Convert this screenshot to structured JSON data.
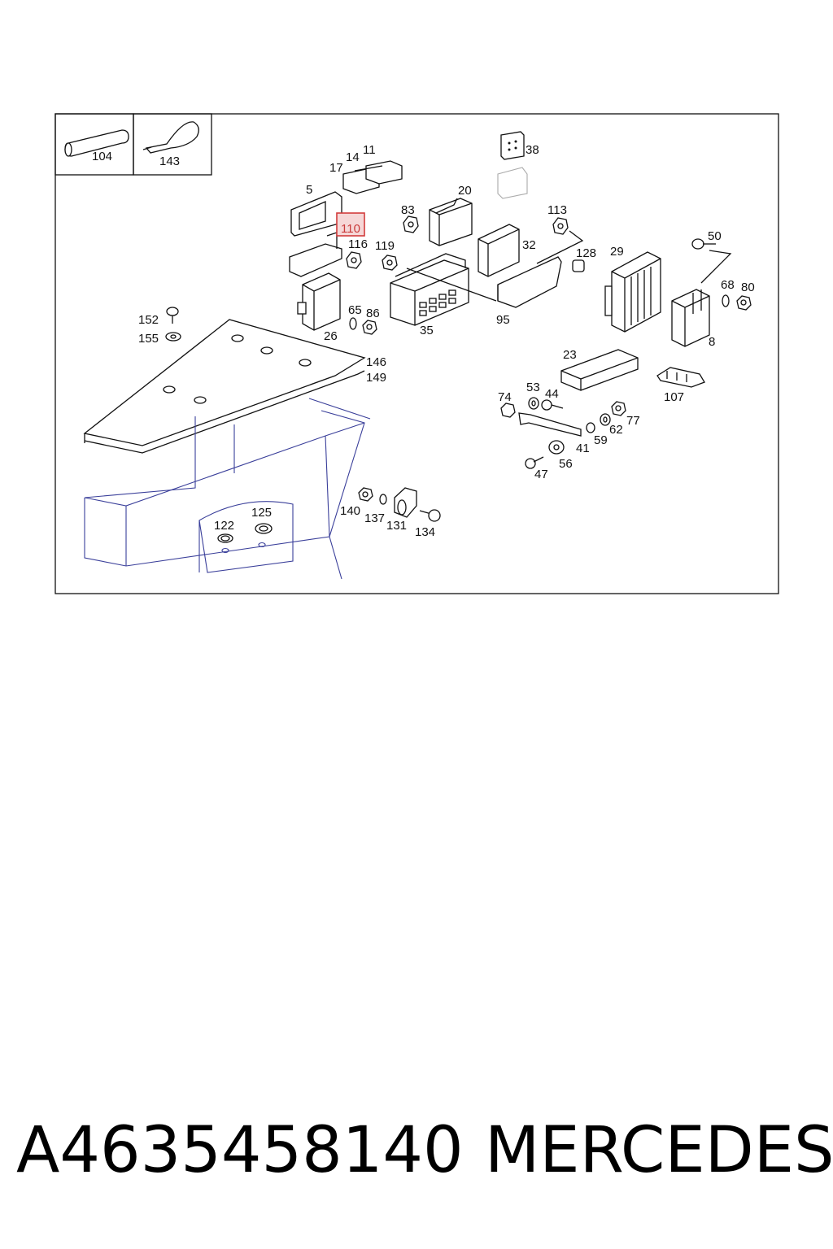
{
  "diagram": {
    "callouts": [
      {
        "id": "104",
        "text": "104"
      },
      {
        "id": "143",
        "text": "143"
      },
      {
        "id": "38",
        "text": "38"
      },
      {
        "id": "11",
        "text": "11"
      },
      {
        "id": "14",
        "text": "14"
      },
      {
        "id": "17",
        "text": "17"
      },
      {
        "id": "5",
        "text": "5"
      },
      {
        "id": "110",
        "text": "110",
        "highlighted": true
      },
      {
        "id": "116",
        "text": "116"
      },
      {
        "id": "20",
        "text": "20"
      },
      {
        "id": "83",
        "text": "83"
      },
      {
        "id": "119",
        "text": "119"
      },
      {
        "id": "113",
        "text": "113"
      },
      {
        "id": "32",
        "text": "32"
      },
      {
        "id": "128",
        "text": "128"
      },
      {
        "id": "29",
        "text": "29"
      },
      {
        "id": "50",
        "text": "50"
      },
      {
        "id": "68",
        "text": "68"
      },
      {
        "id": "80",
        "text": "80"
      },
      {
        "id": "8",
        "text": "8"
      },
      {
        "id": "26",
        "text": "26"
      },
      {
        "id": "65",
        "text": "65"
      },
      {
        "id": "86",
        "text": "86"
      },
      {
        "id": "35",
        "text": "35"
      },
      {
        "id": "95",
        "text": "95"
      },
      {
        "id": "152",
        "text": "152"
      },
      {
        "id": "155",
        "text": "155"
      },
      {
        "id": "146",
        "text": "146"
      },
      {
        "id": "149",
        "text": "149"
      },
      {
        "id": "23",
        "text": "23"
      },
      {
        "id": "107",
        "text": "107"
      },
      {
        "id": "74",
        "text": "74"
      },
      {
        "id": "53",
        "text": "53"
      },
      {
        "id": "44",
        "text": "44"
      },
      {
        "id": "77",
        "text": "77"
      },
      {
        "id": "62",
        "text": "62"
      },
      {
        "id": "59",
        "text": "59"
      },
      {
        "id": "41",
        "text": "41"
      },
      {
        "id": "56",
        "text": "56"
      },
      {
        "id": "47",
        "text": "47"
      },
      {
        "id": "140",
        "text": "140"
      },
      {
        "id": "137",
        "text": "137"
      },
      {
        "id": "131",
        "text": "131"
      },
      {
        "id": "134",
        "text": "134"
      },
      {
        "id": "122",
        "text": "122"
      },
      {
        "id": "125",
        "text": "125"
      }
    ],
    "highlight_color": "#d23c3c"
  },
  "footer": {
    "part_number": "A4635458140",
    "brand": "MERCEDES"
  }
}
